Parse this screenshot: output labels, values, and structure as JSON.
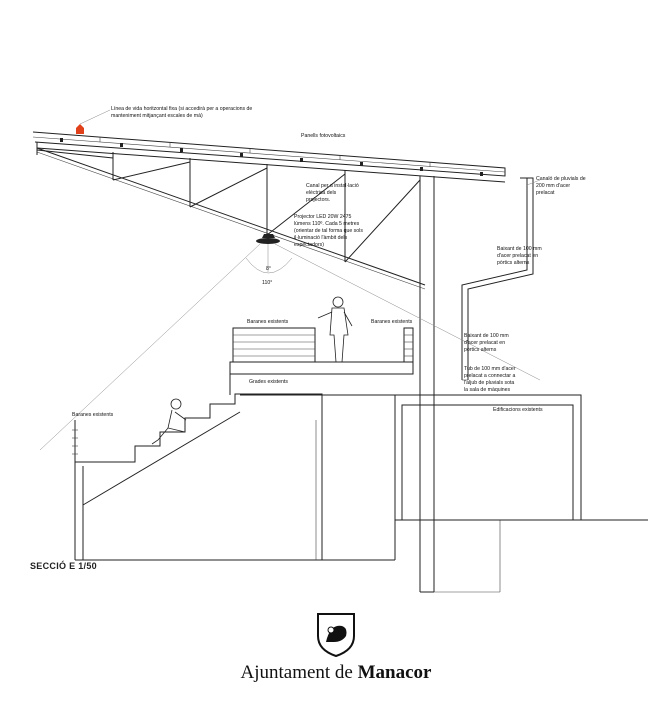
{
  "drawing": {
    "labels": {
      "lifeline_1": "Línea de vida horitzontal fixa (si accedirà per a operacions de",
      "lifeline_2": "manteniment mitjançant escales de mà)",
      "solar_panels": "Panells fotovoltaics",
      "gutter_1": "Canaló de pluvials de",
      "gutter_2": "200 mm d'acer",
      "gutter_3": "prelacat",
      "channel_1": "Canal per a instal·lació",
      "channel_2": "elèctrica dels",
      "channel_3": "projectors.",
      "projector_1": "Projector LED 20W 2475",
      "projector_2": "lúmens 110º. Cada 5 metres",
      "projector_3": "(orientar de tal forma que sols",
      "projector_4": "il·luminació l'àmbit dels",
      "projector_5": "espectadors)",
      "angle_8": "8°",
      "angle_110": "110°",
      "downpipe_upper_1": "Baixant de 100 mm",
      "downpipe_upper_2": "d'acer prelacat en",
      "downpipe_upper_3": "pòrtics alterns",
      "railings_left": "Baranes existents",
      "railings_right": "Baranes existents",
      "downpipe_lower_1": "Baixant de 100 mm",
      "downpipe_lower_2": "d'acer prelacat en",
      "downpipe_lower_3": "pòrtics alterns",
      "tube_1": "Tub de 100 mm d'acer",
      "tube_2": "prelacat a connectar a",
      "tube_3": "l'aljub de pluvials sota",
      "tube_4": "la sala de màquines",
      "stands": "Grades existents",
      "railings_low": "Baranes existents",
      "buildings": "Edificacions existents"
    }
  },
  "section_title": "SECCIÓ E 1/50",
  "logo": {
    "name_regular": "Ajuntament de ",
    "name_bold": "Manacor"
  },
  "colors": {
    "line": "#222222",
    "marker": "#e0401a"
  }
}
